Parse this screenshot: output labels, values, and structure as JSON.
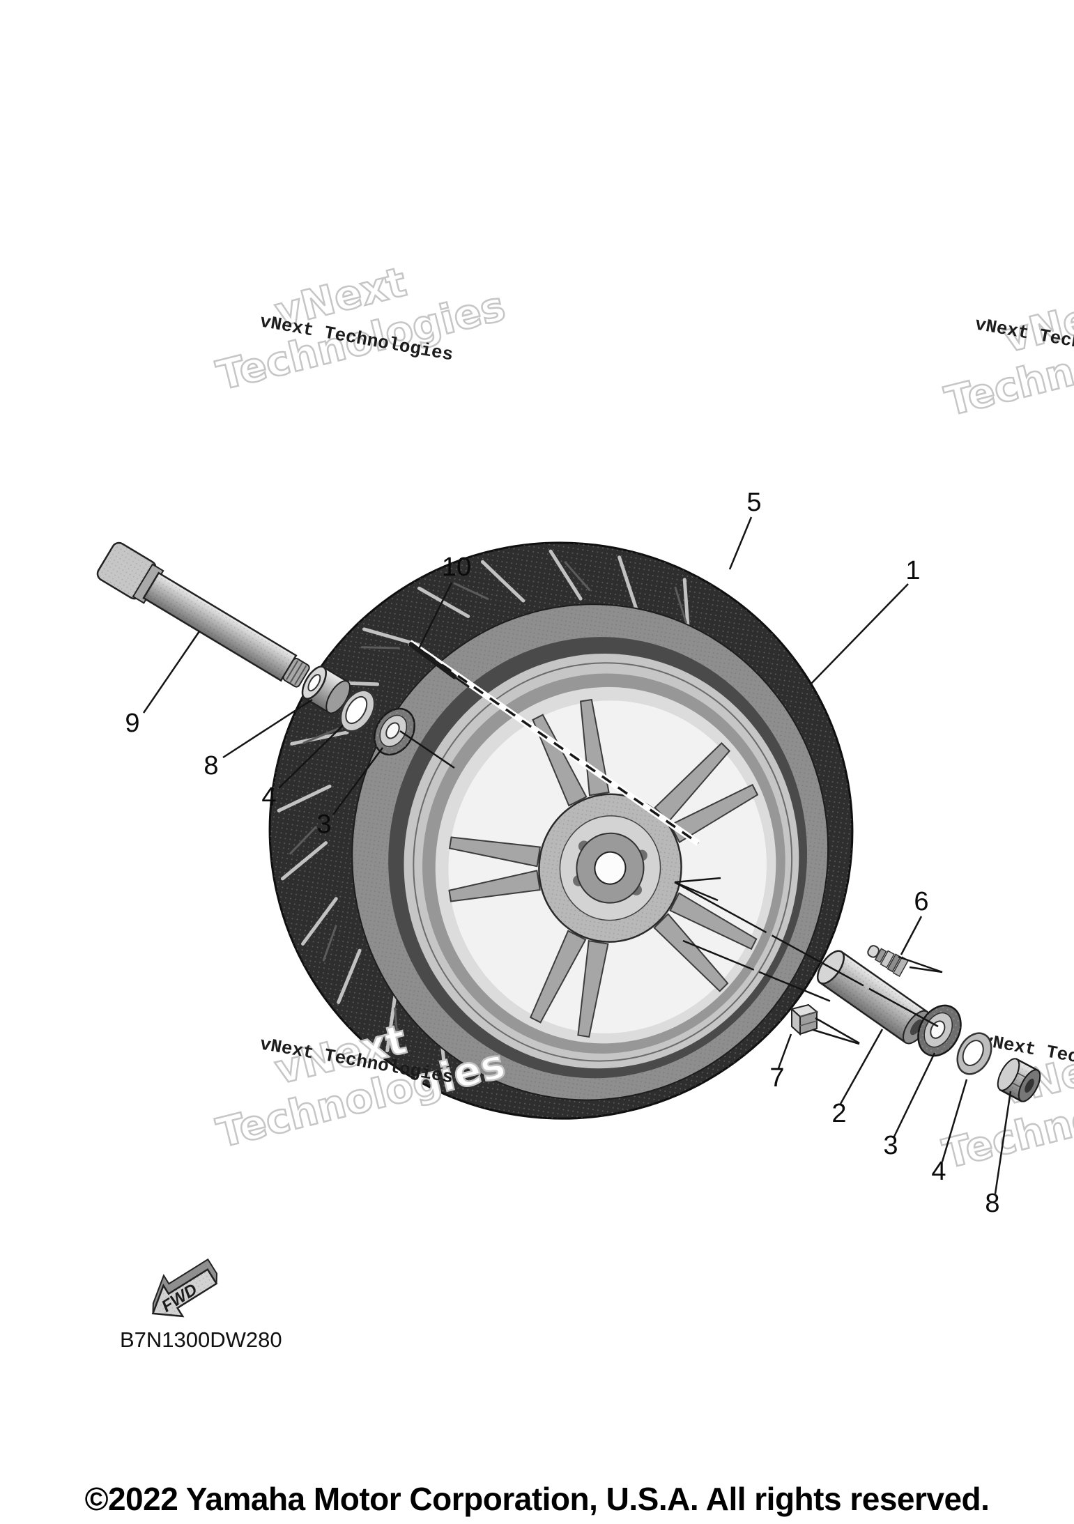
{
  "watermark": {
    "solid": "vNext Technologies",
    "outline_line1": "vNext",
    "outline_line2": "Technologies"
  },
  "diagram": {
    "part_code": "B7N1300DW280",
    "fwd_label": "FWD",
    "callouts": [
      {
        "label": "1"
      },
      {
        "label": "2"
      },
      {
        "label": "3"
      },
      {
        "label": "3"
      },
      {
        "label": "4"
      },
      {
        "label": "4"
      },
      {
        "label": "5"
      },
      {
        "label": "6"
      },
      {
        "label": "7"
      },
      {
        "label": "8"
      },
      {
        "label": "8"
      },
      {
        "label": "9"
      },
      {
        "label": "10"
      }
    ]
  },
  "footer": {
    "copyright": "©2022 Yamaha Motor Corporation, U.S.A. All rights reserved."
  }
}
